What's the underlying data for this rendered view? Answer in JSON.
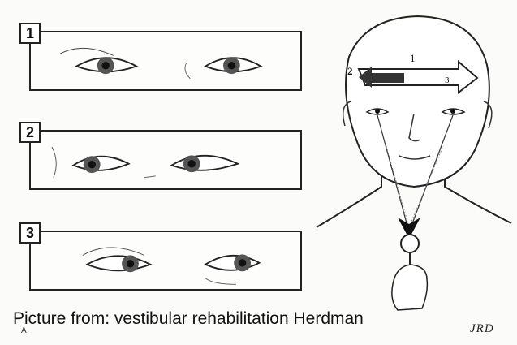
{
  "panels": [
    {
      "number": "1"
    },
    {
      "number": "2"
    },
    {
      "number": "3"
    }
  ],
  "head_arrow_labels": {
    "left": "2",
    "right": "1",
    "far_right": "3"
  },
  "caption": "Picture from: vestibular rehabilitation Herdman",
  "corner_mark": "A",
  "signature": "JRD"
}
